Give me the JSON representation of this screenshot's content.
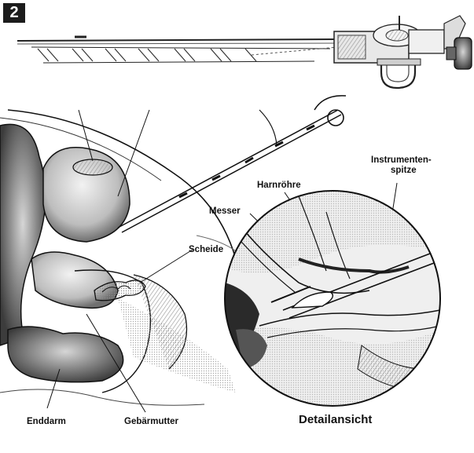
{
  "figure": {
    "number": "2"
  },
  "labels": {
    "instrument_tip_line1": "Instrumenten-",
    "instrument_tip_line2": "spitze",
    "urethra": "Harnröhre",
    "knife": "Messer",
    "vagina": "Scheide",
    "rectum": "Enddarm",
    "uterus": "Gebärmutter",
    "detail_view": "Detailansicht"
  },
  "colors": {
    "ink": "#111111",
    "hatch": "#8a8a8a",
    "tissue": "#d4d4d4",
    "dark_tissue": "#555555"
  }
}
